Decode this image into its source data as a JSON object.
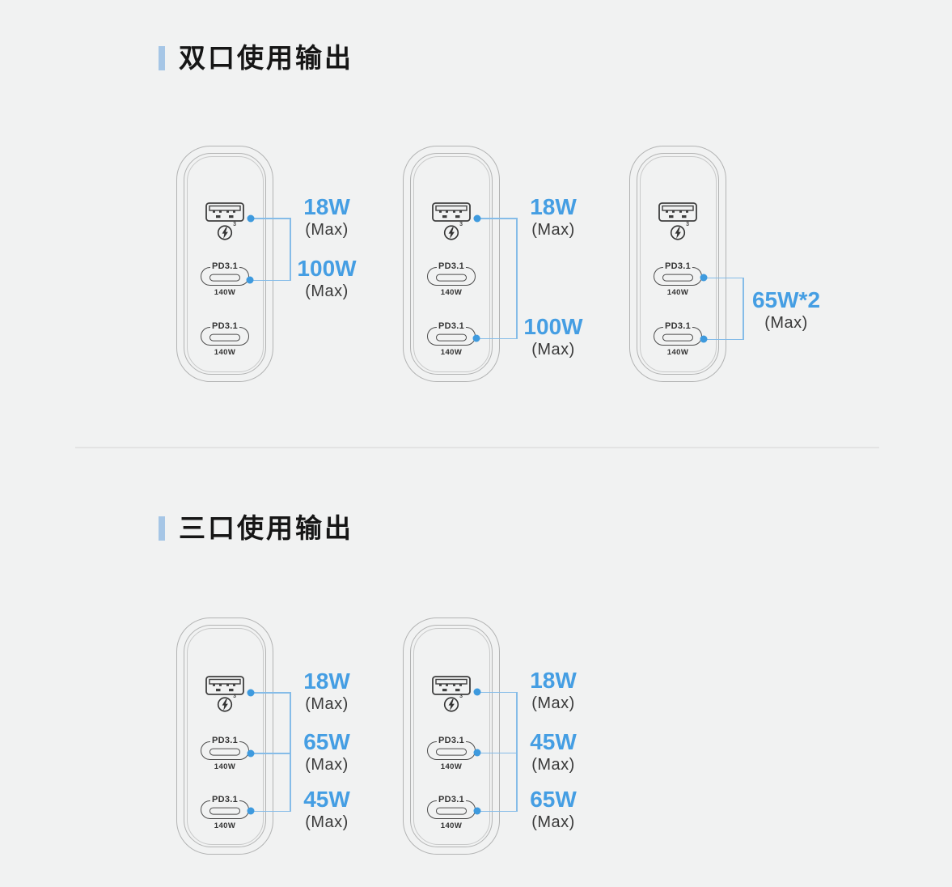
{
  "page": {
    "background": "#f1f2f2",
    "accent_blue": "#459ee3",
    "connector_blue": "#85bce8",
    "title_marker_blue": "#a6c6e6"
  },
  "charger": {
    "qc_superscript": "3",
    "usb_c_label": "PD3.1",
    "usb_c_watt": "140W"
  },
  "sections": [
    {
      "title": "双口使用输出",
      "chargers": [
        {
          "connections": [
            {
              "port": "usb-a",
              "watts": "18W",
              "qualifier": "(Max)"
            },
            {
              "port": "usb-c-1",
              "watts": "100W",
              "qualifier": "(Max)"
            }
          ]
        },
        {
          "connections": [
            {
              "port": "usb-a",
              "watts": "18W",
              "qualifier": "(Max)"
            },
            {
              "port": "usb-c-2",
              "watts": "100W",
              "qualifier": "(Max)"
            }
          ]
        },
        {
          "connections": [
            {
              "port": "usb-c-1+usb-c-2",
              "watts": "65W*2",
              "qualifier": "(Max)"
            }
          ]
        }
      ]
    },
    {
      "title": "三口使用输出",
      "chargers": [
        {
          "connections": [
            {
              "port": "usb-a",
              "watts": "18W",
              "qualifier": "(Max)"
            },
            {
              "port": "usb-c-1",
              "watts": "65W",
              "qualifier": "(Max)"
            },
            {
              "port": "usb-c-2",
              "watts": "45W",
              "qualifier": "(Max)"
            }
          ]
        },
        {
          "connections": [
            {
              "port": "usb-a",
              "watts": "18W",
              "qualifier": "(Max)"
            },
            {
              "port": "usb-c-1",
              "watts": "45W",
              "qualifier": "(Max)"
            },
            {
              "port": "usb-c-2",
              "watts": "65W",
              "qualifier": "(Max)"
            }
          ]
        }
      ]
    }
  ]
}
